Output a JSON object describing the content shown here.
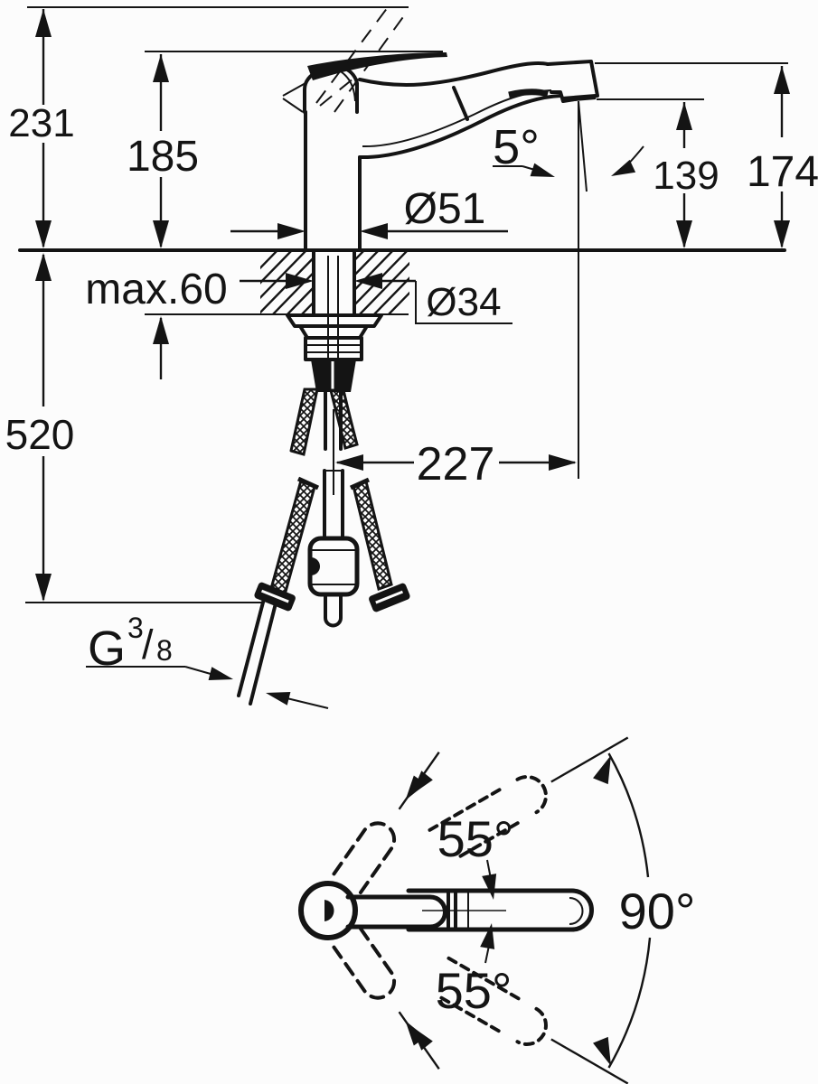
{
  "drawing": {
    "background_color": "#fcfcfc",
    "line_color": "#141414",
    "side_view": {
      "labels": {
        "overall_height": "231",
        "body_height": "185",
        "spout_height": "174",
        "outlet_height": "139",
        "spray_angle": "5°",
        "spout_diameter": "Ø51",
        "max_deck_thickness": "max.60",
        "hole_diameter": "Ø34",
        "below_deck_length": "520",
        "spout_reach": "227",
        "thread": {
          "prefix": "G",
          "numerator": "3",
          "slash": "/",
          "denominator": "8"
        }
      }
    },
    "top_view": {
      "labels": {
        "upper_swing": "55°",
        "swivel_range": "90°",
        "lower_swing": "55°"
      }
    }
  }
}
